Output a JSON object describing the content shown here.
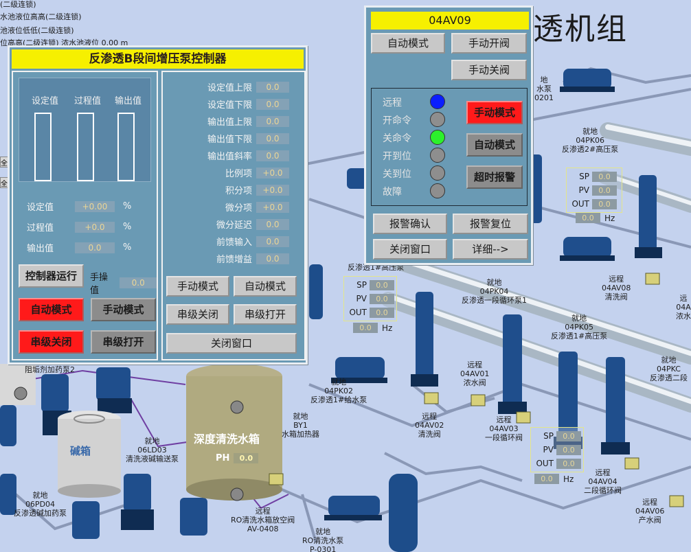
{
  "title": "透机组",
  "top_left_text": [
    "(二级连锁)",
    "水池液位高高(二级连锁)",
    "池液位低低(二级连锁)",
    "位高高(二级连锁) 浓水池液位 0.00 m"
  ],
  "left_edge_btns": [
    "全",
    "全"
  ],
  "scada": {
    "labels": [
      {
        "name": "label-04pk06",
        "text": "就地\n04PK06\n反渗透2#高压泵"
      },
      {
        "name": "label-04av08",
        "text": "远程\n04AV08\n清洗阀"
      },
      {
        "name": "label-04pk04",
        "text": "就地\n04PK04\n反渗透一段循环泵1"
      },
      {
        "name": "label-04pk05",
        "text": "就地\n04PK05\n反渗透1#高压泵"
      },
      {
        "name": "label-04av01",
        "text": "远程\n04AV01\n浓水阀"
      },
      {
        "name": "label-04pk02",
        "text": "就地\n04PK02\n反渗透1#给水泵"
      },
      {
        "name": "label-04av02",
        "text": "远程\n04AV02\n清洗阀"
      },
      {
        "name": "label-04av03",
        "text": "远程\n04AV03\n一段循环阀"
      },
      {
        "name": "label-04av04",
        "text": "远程\n04AV04\n二段循环阀"
      },
      {
        "name": "label-04av06",
        "text": "远程\n04AV06\n产水阀"
      },
      {
        "name": "label-by1",
        "text": "就地\nBY1\n水箱加热器"
      },
      {
        "name": "label-06ld03",
        "text": "就地\n06LD03\n清洗液碱输送泵"
      },
      {
        "name": "label-06pd04",
        "text": "就地\n06PD04\n反渗透碱加药泵"
      },
      {
        "name": "label-av0408",
        "text": "远程\nRO清洗水箱放空阀\nAV-0408"
      },
      {
        "name": "label-p0301",
        "text": "就地\nRO清洗水泵\nP-0301"
      },
      {
        "name": "label-0201",
        "text": "地\n水泵\n0201"
      },
      {
        "name": "label-pump2",
        "text": "阻垢剂加药泵2"
      },
      {
        "name": "label-hp1",
        "text": "反渗透1#高压泵"
      },
      {
        "name": "label-right1",
        "text": "远\n04A\n浓水"
      },
      {
        "name": "label-right2",
        "text": "就地\n04PKC\n反渗透二段"
      }
    ],
    "tank_deep_wash": "深度清洗水箱",
    "tank_ph_label": "PH",
    "tank_ph_val": "0.0",
    "tank_alkali": "碱箱",
    "sp_boxes": [
      {
        "sp": "0.0",
        "pv": "0.0",
        "out": "0.0"
      },
      {
        "sp": "0.0",
        "pv": "0.0",
        "out": "0.0"
      },
      {
        "sp": "0.0",
        "pv": "0.0",
        "out": "0.0"
      }
    ],
    "sp_labels": {
      "sp": "SP",
      "pv": "PV",
      "out": "OUT"
    },
    "hz_unit": "Hz",
    "hz_vals": [
      "0.0",
      "0.0",
      "0.0"
    ]
  },
  "controller": {
    "title": "反渗透B段间增压泵控制器",
    "bar_labels": [
      "设定值",
      "过程值",
      "输出值"
    ],
    "values": [
      {
        "label": "设定值",
        "value": "+0.00",
        "unit": "%"
      },
      {
        "label": "过程值",
        "value": "+0.0",
        "unit": "%"
      },
      {
        "label": "输出值",
        "value": "0.0",
        "unit": "%"
      }
    ],
    "run_btn": "控制器运行",
    "manual_label": "手操值",
    "manual_value": "0.0",
    "auto_mode_btn": "自动模式",
    "manual_mode_btn": "手动模式",
    "cascade_close_btn": "串级关闭",
    "cascade_open_btn": "串级打开",
    "params": [
      {
        "label": "设定值上限",
        "value": "0.0"
      },
      {
        "label": "设定值下限",
        "value": "0.0"
      },
      {
        "label": "输出值上限",
        "value": "0.0"
      },
      {
        "label": "输出值下限",
        "value": "0.0"
      },
      {
        "label": "输出值斜率",
        "value": "0.0"
      },
      {
        "label": "比例项",
        "value": "+0.0"
      },
      {
        "label": "积分项",
        "value": "+0.0"
      },
      {
        "label": "微分项",
        "value": "+0.0"
      },
      {
        "label": "微分延迟",
        "value": "0.0"
      },
      {
        "label": "前馈输入",
        "value": "0.0"
      },
      {
        "label": "前馈增益",
        "value": "0.0"
      }
    ],
    "r_manual_btn": "手动模式",
    "r_auto_btn": "自动模式",
    "r_cascade_close_btn": "串级关闭",
    "r_cascade_open_btn": "串级打开",
    "close_btn": "关闭窗口"
  },
  "valve": {
    "title": "04AV09",
    "auto_btn": "自动模式",
    "open_btn": "手动开阀",
    "close_valve_btn": "手动关阀",
    "status": [
      "远程",
      "开命令",
      "关命令",
      "开到位",
      "关到位",
      "故障"
    ],
    "manual_mode_btn": "手动模式",
    "auto_mode_btn": "自动模式",
    "timeout_btn": "超时报警",
    "alarm_ack_btn": "报警确认",
    "alarm_reset_btn": "报警复位",
    "close_win_btn": "关闭窗口",
    "detail_btn": "详细-->"
  },
  "colors": {
    "panel": "#6a9ab4",
    "title_yellow": "#f6f000",
    "red": "#ff1a1a",
    "lamp_blue": "#0a1eff",
    "lamp_green": "#2cf02c"
  }
}
